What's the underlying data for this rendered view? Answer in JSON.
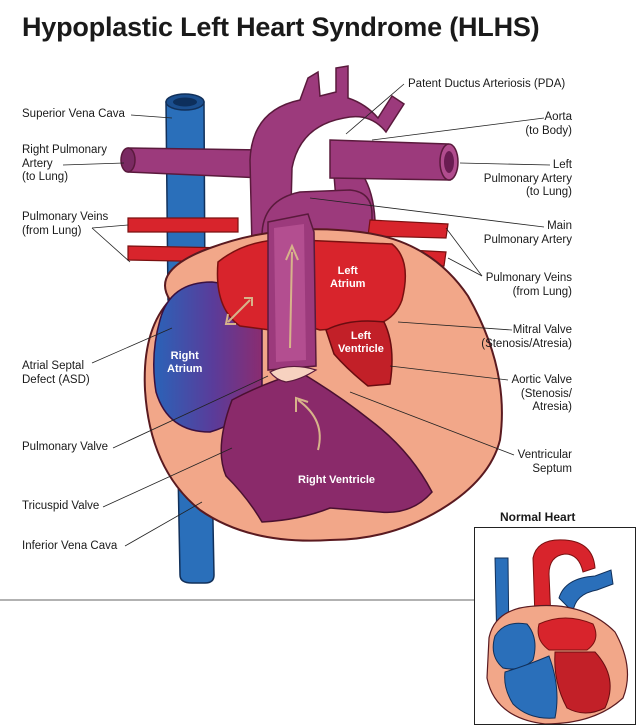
{
  "title": "Hypoplastic Left Heart Syndrome (HLHS)",
  "labels": {
    "superior_vena_cava": "Superior Vena Cava",
    "right_pulmonary_artery": [
      "Right Pulmonary",
      "Artery",
      "(to Lung)"
    ],
    "pulmonary_veins_left": [
      "Pulmonary Veins",
      "(from Lung)"
    ],
    "atrial_septal_defect": [
      "Atrial Septal",
      "Defect (ASD)"
    ],
    "pulmonary_valve": "Pulmonary Valve",
    "tricuspid_valve": "Tricuspid Valve",
    "inferior_vena_cava": "Inferior Vena Cava",
    "pda": "Patent Ductus Arteriosis (PDA)",
    "aorta": [
      "Aorta",
      "(to Body)"
    ],
    "left_pulmonary_artery": [
      "Left",
      "Pulmonary Artery",
      "(to Lung)"
    ],
    "main_pulmonary_artery": [
      "Main",
      "Pulmonary Artery"
    ],
    "pulmonary_veins_right": [
      "Pulmonary Veins",
      "(from Lung)"
    ],
    "mitral_valve": [
      "Mitral Valve",
      "(Stenosis/Atresia)"
    ],
    "aortic_valve": [
      "Aortic Valve",
      "(Stenosis/",
      "Atresia)"
    ],
    "ventricular_septum": [
      "Ventricular",
      "Septum"
    ]
  },
  "chambers": {
    "left_atrium": [
      "Left",
      "Atrium"
    ],
    "left_ventricle": [
      "Left",
      "Ventricle"
    ],
    "right_atrium": [
      "Right",
      "Atrium"
    ],
    "right_ventricle": "Right Ventricle"
  },
  "inset": {
    "title": "Normal Heart"
  },
  "colors": {
    "oxygen_poor": "#2a6fba",
    "oxygen_rich": "#d8242c",
    "mixed": "#9c3a7c",
    "heart_wall": "#f2a789",
    "outline": "#5a1a20"
  }
}
